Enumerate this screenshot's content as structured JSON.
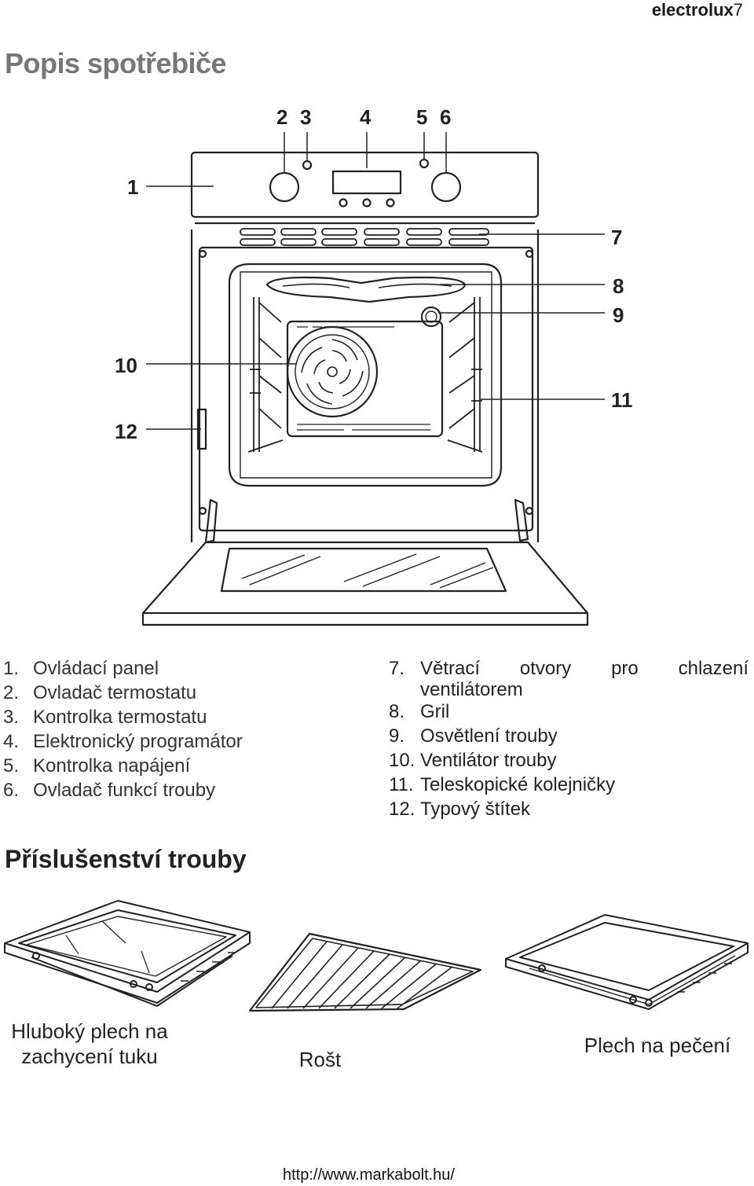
{
  "header": {
    "brand": "electrolux",
    "page_number": "7"
  },
  "title": "Popis spotřebiče",
  "callouts": [
    "1",
    "2",
    "3",
    "4",
    "5",
    "6",
    "7",
    "8",
    "9",
    "10",
    "11",
    "12"
  ],
  "parts": [
    {
      "num": "1.",
      "label": "Ovládací panel"
    },
    {
      "num": "2.",
      "label": "Ovladač termostatu"
    },
    {
      "num": "3.",
      "label": "Kontrolka termostatu"
    },
    {
      "num": "4.",
      "label": "Elektronický programátor"
    },
    {
      "num": "5.",
      "label": "Kontrolka napájení"
    },
    {
      "num": "6.",
      "label": "Ovladač funkcí trouby"
    },
    {
      "num": "7.",
      "label": "Větrací otvory pro chlazení ventilátorem",
      "words": [
        "Větrací",
        "otvory",
        "pro",
        "chlazení"
      ],
      "cont": "ventilátorem"
    },
    {
      "num": "8.",
      "label": "Gril"
    },
    {
      "num": "9.",
      "label": "Osvětlení trouby"
    },
    {
      "num": "10.",
      "label": "Ventilátor trouby"
    },
    {
      "num": "11.",
      "label": "Teleskopické kolejničky"
    },
    {
      "num": "12.",
      "label": "Typový štítek"
    }
  ],
  "accessories": {
    "title": "Příslušenství trouby",
    "items": [
      {
        "line1": "Hluboký plech na",
        "line2": "zachycení tuku"
      },
      {
        "line1": "Rošt"
      },
      {
        "line1": "Plech na pečení"
      }
    ]
  },
  "footer": {
    "url": "http://www.markabolt.hu/"
  }
}
